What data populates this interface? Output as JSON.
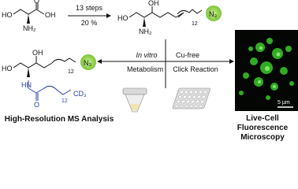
{
  "scheme": {
    "step_top": "13 steps",
    "yield_top": "20 %",
    "mid_left_line1": "In vitro",
    "mid_left_line2": "Metabolism",
    "mid_right_line1": "Cu-free",
    "mid_right_line2": "Click Reaction",
    "caption_left": "High-Resolution MS Analysis",
    "caption_right_line1": "Live-Cell Fluorescence",
    "caption_right_line2": "Microscopy",
    "scale_bar": "5 µm"
  },
  "molecules": {
    "start": {
      "ho": "HO",
      "nh2": "NH₂",
      "oh": "OH",
      "o": "O"
    },
    "product": {
      "ho": "HO",
      "nh2": "NH₂",
      "oh": "OH",
      "n3": "N₃",
      "sub12": "12"
    },
    "metabolite": {
      "ho": "HO",
      "oh": "OH",
      "hn": "HN",
      "o": "O",
      "n3": "N₃",
      "sub12a": "12",
      "sub12b": "12",
      "cd3": "CD₃"
    }
  },
  "colors": {
    "azide": "#8fd14f",
    "amide": "#2b3fa8",
    "micrograph_green": "#39c82a"
  }
}
